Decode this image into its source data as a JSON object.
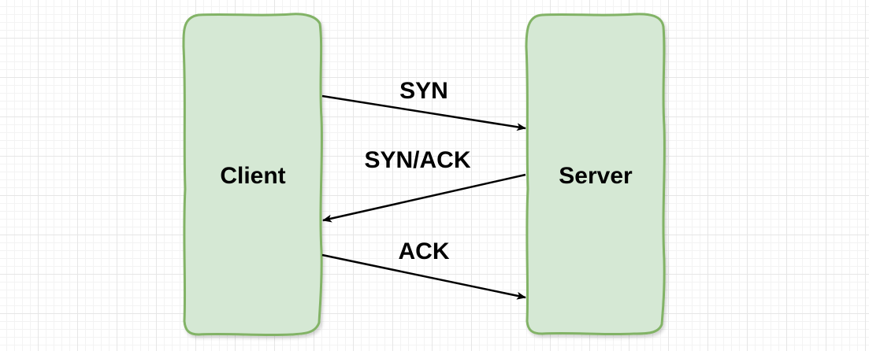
{
  "nodes": {
    "client": {
      "label": "Client"
    },
    "server": {
      "label": "Server"
    }
  },
  "edges": {
    "syn": {
      "label": "SYN",
      "from": "client",
      "to": "server"
    },
    "syn_ack": {
      "label": "SYN/ACK",
      "from": "server",
      "to": "client"
    },
    "ack": {
      "label": "ACK",
      "from": "client",
      "to": "server"
    }
  },
  "colors": {
    "node_fill": "#d5e8d4",
    "node_stroke": "#82b366",
    "edge_stroke": "#000000"
  }
}
